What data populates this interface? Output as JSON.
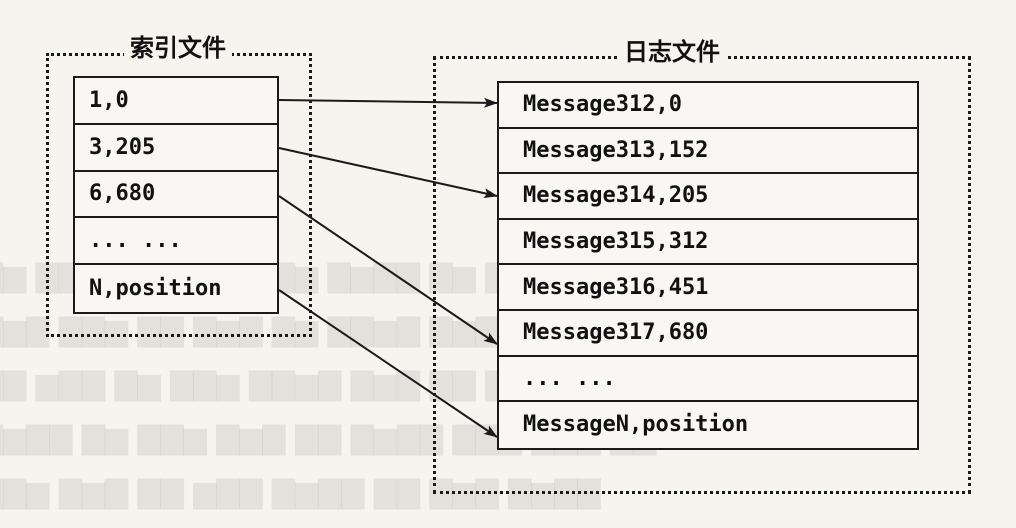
{
  "index_group": {
    "title": "索引文件",
    "entries": [
      "1,0",
      "3,205",
      "6,680",
      "... ...",
      "N,position"
    ]
  },
  "log_group": {
    "title": "日志文件",
    "entries": [
      "Message312,0",
      "Message313,152",
      "Message314,205",
      "Message315,312",
      "Message316,451",
      "Message317,680",
      "... ...",
      "MessageN,position"
    ]
  },
  "mappings": [
    {
      "from": "1,0",
      "to": "Message312,0"
    },
    {
      "from": "3,205",
      "to": "Message314,205"
    },
    {
      "from": "6,680",
      "to": "Message317,680"
    },
    {
      "from": "N,position",
      "to": "MessageN,position"
    }
  ],
  "colors": {
    "background": "#f6f4ef",
    "ink": "#1a1a1a"
  }
}
